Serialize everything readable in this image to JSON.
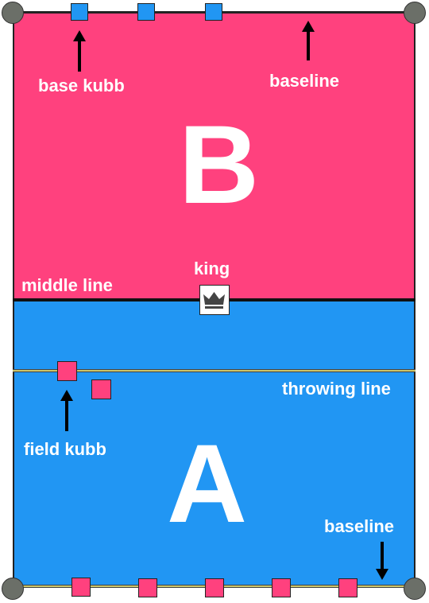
{
  "colors": {
    "team_b": "#ff417e",
    "team_a": "#2196f3",
    "outline": "#222222",
    "corner_stake": "#6b6f68",
    "text": "#ffffff",
    "throwing_line": "#c9c46a"
  },
  "halves": {
    "top_letter": "B",
    "bottom_letter": "A"
  },
  "labels": {
    "base_kubb": "base kubb",
    "baseline_top": "baseline",
    "middle_line": "middle line",
    "king": "king",
    "throwing_line": "throwing line",
    "field_kubb": "field kubb",
    "baseline_bottom": "baseline"
  },
  "icons": {
    "king": "crown-icon",
    "corner": "corner-stake-icon",
    "arrow": "arrow-icon"
  }
}
